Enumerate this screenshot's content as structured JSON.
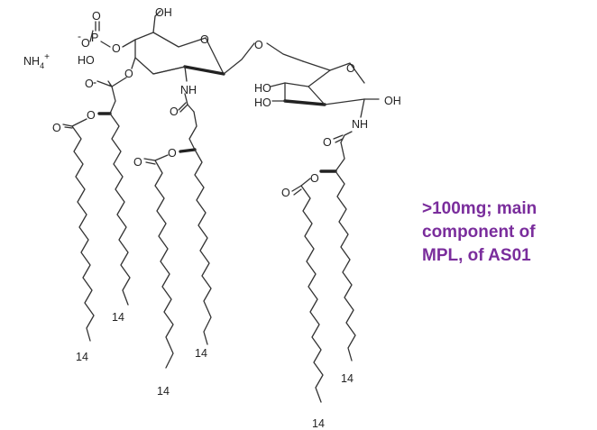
{
  "structure": {
    "labels": {
      "oh_top": "OH",
      "phos_o_minus": "O",
      "phos_minus": "-",
      "phos_p": "P",
      "phos_o_double": "O",
      "phos_o_link": "O",
      "phos_ho": "HO",
      "nh4": "NH",
      "nh4_sub": "4",
      "nh4_plus": "+",
      "ring1_o": "O",
      "ester1_o": "O",
      "ester1_co": "O",
      "nh_1": "NH",
      "glyco_o": "O",
      "ring2_o": "O",
      "ho_2a": "HO",
      "ho_2b": "HO",
      "oh_2": "OH",
      "nh_2": "NH",
      "acyl_o_a": "O",
      "acyl_co_a": "O",
      "acyl_o_b": "O",
      "acyl_co_b": "O",
      "amide1_o": "O",
      "amide2_o": "O",
      "acyl_o_c": "O",
      "acyl_co_c": "O",
      "chain_14_a": "14",
      "chain_14_b": "14",
      "chain_14_c": "14",
      "chain_14_d": "14",
      "chain_14_e": "14",
      "chain_14_f": "14"
    }
  },
  "annotation": {
    "line1": ">100mg; main",
    "line2": "component of",
    "line3": "MPL, of AS01"
  },
  "colors": {
    "annotation": "#7a2d9c",
    "bonds": "#333333"
  }
}
